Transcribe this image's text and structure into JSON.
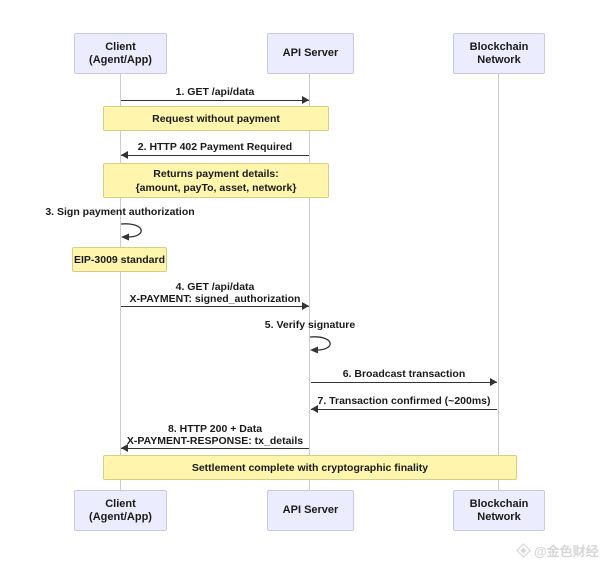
{
  "actors": [
    {
      "id": "client",
      "lines": [
        "Client",
        "(Agent/App)"
      ]
    },
    {
      "id": "api-server",
      "lines": [
        "API Server",
        ""
      ]
    },
    {
      "id": "blockchain",
      "lines": [
        "Blockchain",
        "Network"
      ]
    }
  ],
  "messages": [
    {
      "lines": [
        "1. GET /api/data",
        ""
      ],
      "from": "client",
      "to": "api-server"
    },
    {
      "lines": [
        "2. HTTP 402 Payment Required",
        ""
      ],
      "from": "api-server",
      "to": "client"
    },
    {
      "lines": [
        "3. Sign payment authorization",
        ""
      ],
      "from": "client",
      "to": "client"
    },
    {
      "lines": [
        "4. GET /api/data",
        "X-PAYMENT: signed_authorization"
      ],
      "from": "client",
      "to": "api-server"
    },
    {
      "lines": [
        "5. Verify signature",
        ""
      ],
      "from": "api-server",
      "to": "api-server"
    },
    {
      "lines": [
        "6. Broadcast transaction",
        ""
      ],
      "from": "api-server",
      "to": "blockchain"
    },
    {
      "lines": [
        "7. Transaction confirmed (~200ms)",
        ""
      ],
      "from": "blockchain",
      "to": "api-server"
    },
    {
      "lines": [
        "8. HTTP 200 + Data",
        "X-PAYMENT-RESPONSE: tx_details"
      ],
      "from": "api-server",
      "to": "client"
    }
  ],
  "notes": [
    {
      "lines": [
        "Request without payment",
        ""
      ]
    },
    {
      "lines": [
        "Returns payment details:",
        "{amount, payTo, asset, network}"
      ]
    },
    {
      "lines": [
        "EIP-3009 standard",
        ""
      ]
    },
    {
      "lines": [
        "Settlement complete with cryptographic finality",
        ""
      ]
    }
  ],
  "watermark": {
    "text": "@金色财经",
    "logo_icon": "jinse-diamond-icon"
  },
  "colors": {
    "actor_fill": "#ECECFF",
    "actor_border": "#C9C9E5",
    "note_fill": "#FFF5AD",
    "note_border": "#D6CD8A",
    "line": "#333333",
    "lifeline": "#CCCCCC",
    "text": "#1A1A1A",
    "watermark": "#D7D7D7"
  }
}
